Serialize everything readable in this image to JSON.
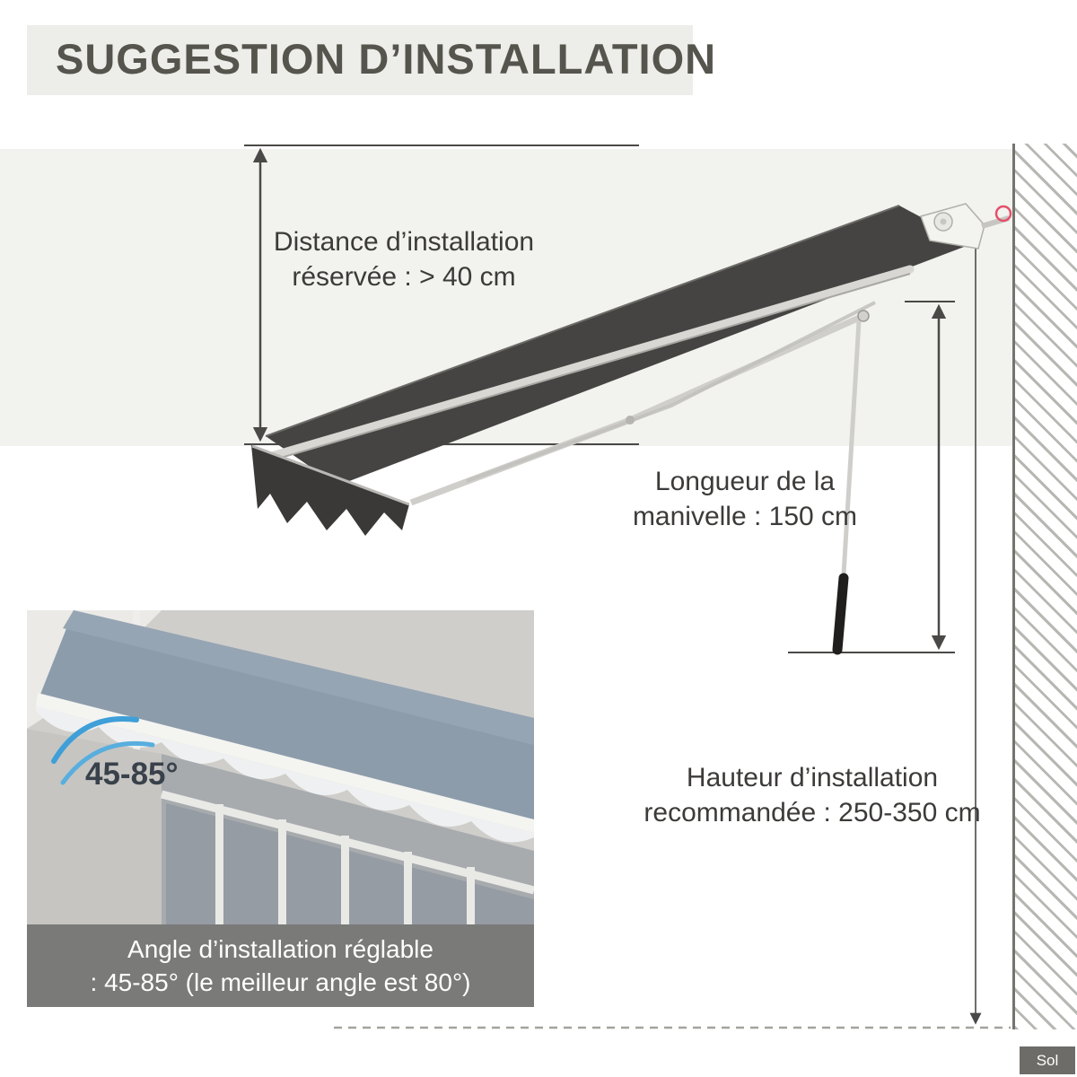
{
  "title": "SUGGESTION D’INSTALLATION",
  "annotations": {
    "distance": {
      "line1": "Distance d’installation",
      "line2": "réservée : > 40 cm"
    },
    "crank": {
      "line1": "Longueur de la",
      "line2": "manivelle : 150 cm"
    },
    "height": {
      "line1": "Hauteur d’installation",
      "line2": "recommandée : 250-350 cm"
    }
  },
  "inset": {
    "angle_label": "45-85°",
    "caption": {
      "line1": "Angle d’installation réglable",
      "line2": ": 45-85° (le meilleur angle est 80°)"
    }
  },
  "ground_label": "Sol",
  "colors": {
    "title_text": "#56554d",
    "band_light": "#f2f2ef",
    "annotation_text": "#3c3b39",
    "caption_background": "#7a7a78",
    "awning_fabric": "#454442",
    "angle_arrow_blue": "#3f9fd8",
    "wall_marker_red": "#e4506b"
  }
}
